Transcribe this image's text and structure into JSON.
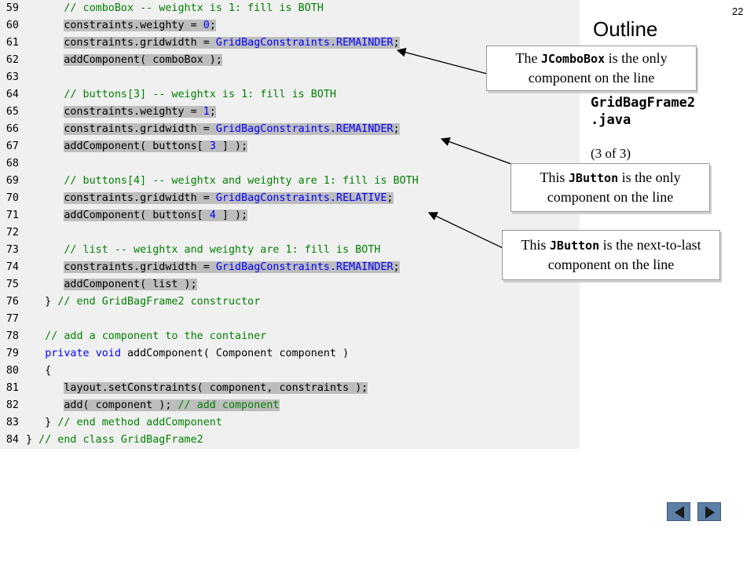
{
  "slide": {
    "number": "22",
    "outline_title": "Outline",
    "filename": "GridBagFrame2\n.java",
    "page_of": "(3 of 3)"
  },
  "code_lines": [
    {
      "num": "59",
      "parts": [
        {
          "t": "      // comboBox -- weightx is 1: fill is BOTH",
          "c": "cm"
        }
      ]
    },
    {
      "num": "60",
      "parts": [
        {
          "t": "      ",
          "c": ""
        },
        {
          "t": "constraints.weighty = ",
          "c": "hl"
        },
        {
          "t": "0",
          "c": "hl blue"
        },
        {
          "t": ";",
          "c": "hl"
        }
      ]
    },
    {
      "num": "61",
      "parts": [
        {
          "t": "      ",
          "c": ""
        },
        {
          "t": "constraints.gridwidth = ",
          "c": "hl"
        },
        {
          "t": "GridBagConstraints.REMAINDER",
          "c": "hl blue"
        },
        {
          "t": ";",
          "c": "hl"
        }
      ]
    },
    {
      "num": "62",
      "parts": [
        {
          "t": "      ",
          "c": ""
        },
        {
          "t": "addComponent( comboBox );",
          "c": "hl"
        }
      ]
    },
    {
      "num": "63",
      "parts": []
    },
    {
      "num": "64",
      "parts": [
        {
          "t": "      // buttons[3] -- weightx is 1: fill is BOTH",
          "c": "cm"
        }
      ]
    },
    {
      "num": "65",
      "parts": [
        {
          "t": "      ",
          "c": ""
        },
        {
          "t": "constraints.weighty = ",
          "c": "hl"
        },
        {
          "t": "1",
          "c": "hl blue"
        },
        {
          "t": ";",
          "c": "hl"
        }
      ]
    },
    {
      "num": "66",
      "parts": [
        {
          "t": "      ",
          "c": ""
        },
        {
          "t": "constraints.gridwidth = ",
          "c": "hl"
        },
        {
          "t": "GridBagConstraints.REMAINDER",
          "c": "hl blue"
        },
        {
          "t": ";",
          "c": "hl"
        }
      ]
    },
    {
      "num": "67",
      "parts": [
        {
          "t": "      ",
          "c": ""
        },
        {
          "t": "addComponent( buttons[ ",
          "c": "hl"
        },
        {
          "t": "3",
          "c": "hl blue"
        },
        {
          "t": " ] );",
          "c": "hl"
        }
      ]
    },
    {
      "num": "68",
      "parts": []
    },
    {
      "num": "69",
      "parts": [
        {
          "t": "      // buttons[4] -- weightx and weighty are 1: fill is BOTH",
          "c": "cm"
        }
      ]
    },
    {
      "num": "70",
      "parts": [
        {
          "t": "      ",
          "c": ""
        },
        {
          "t": "constraints.gridwidth = ",
          "c": "hl"
        },
        {
          "t": "GridBagConstraints.RELATIVE",
          "c": "hl blue"
        },
        {
          "t": ";",
          "c": "hl"
        }
      ]
    },
    {
      "num": "71",
      "parts": [
        {
          "t": "      ",
          "c": ""
        },
        {
          "t": "addComponent( buttons[ ",
          "c": "hl"
        },
        {
          "t": "4",
          "c": "hl blue"
        },
        {
          "t": " ] );",
          "c": "hl"
        }
      ]
    },
    {
      "num": "72",
      "parts": []
    },
    {
      "num": "73",
      "parts": [
        {
          "t": "      // list -- weightx and weighty are 1: fill is BOTH",
          "c": "cm"
        }
      ]
    },
    {
      "num": "74",
      "parts": [
        {
          "t": "      ",
          "c": ""
        },
        {
          "t": "constraints.gridwidth = ",
          "c": "hl"
        },
        {
          "t": "GridBagConstraints.REMAINDER",
          "c": "hl blue"
        },
        {
          "t": ";",
          "c": "hl"
        }
      ]
    },
    {
      "num": "75",
      "parts": [
        {
          "t": "      ",
          "c": ""
        },
        {
          "t": "addComponent( list );",
          "c": "hl"
        }
      ]
    },
    {
      "num": "76",
      "parts": [
        {
          "t": "   } ",
          "c": ""
        },
        {
          "t": "// end GridBagFrame2 constructor",
          "c": "cm"
        }
      ]
    },
    {
      "num": "77",
      "parts": []
    },
    {
      "num": "78",
      "parts": [
        {
          "t": "   // add a component to the container",
          "c": "cm"
        }
      ]
    },
    {
      "num": "79",
      "parts": [
        {
          "t": "   ",
          "c": ""
        },
        {
          "t": "private",
          "c": "kw"
        },
        {
          "t": " ",
          "c": ""
        },
        {
          "t": "void",
          "c": "kw"
        },
        {
          "t": " addComponent( Component component )",
          "c": ""
        }
      ]
    },
    {
      "num": "80",
      "parts": [
        {
          "t": "   {",
          "c": ""
        }
      ]
    },
    {
      "num": "81",
      "parts": [
        {
          "t": "      ",
          "c": ""
        },
        {
          "t": "layout.setConstraints( component, constraints );",
          "c": "hl"
        }
      ]
    },
    {
      "num": "82",
      "parts": [
        {
          "t": "      ",
          "c": ""
        },
        {
          "t": "add( component ); ",
          "c": "hl"
        },
        {
          "t": "// add component",
          "c": "hl cm"
        }
      ]
    },
    {
      "num": "83",
      "parts": [
        {
          "t": "   } ",
          "c": ""
        },
        {
          "t": "// end method addComponent",
          "c": "cm"
        }
      ]
    },
    {
      "num": "84",
      "parts": [
        {
          "t": "} ",
          "c": ""
        },
        {
          "t": "// end class GridBagFrame2",
          "c": "cm"
        }
      ]
    }
  ],
  "callouts": [
    {
      "pre": "The ",
      "mono": "JComboBox",
      "post": " is the only component on the line"
    },
    {
      "pre": "This ",
      "mono": "JButton",
      "post": " is the only component on the line"
    },
    {
      "pre": "This ",
      "mono": "JButton",
      "post": " is the next-to-last component on the line"
    }
  ],
  "colors": {
    "code_bg": "#f0f0f0",
    "highlight": "#bdbdbd",
    "comment": "#008000",
    "keyword": "#0000ff",
    "nav_button": "#5b7fa6"
  },
  "nav": {
    "prev_icon": "triangle-left-icon",
    "next_icon": "triangle-right-icon"
  }
}
